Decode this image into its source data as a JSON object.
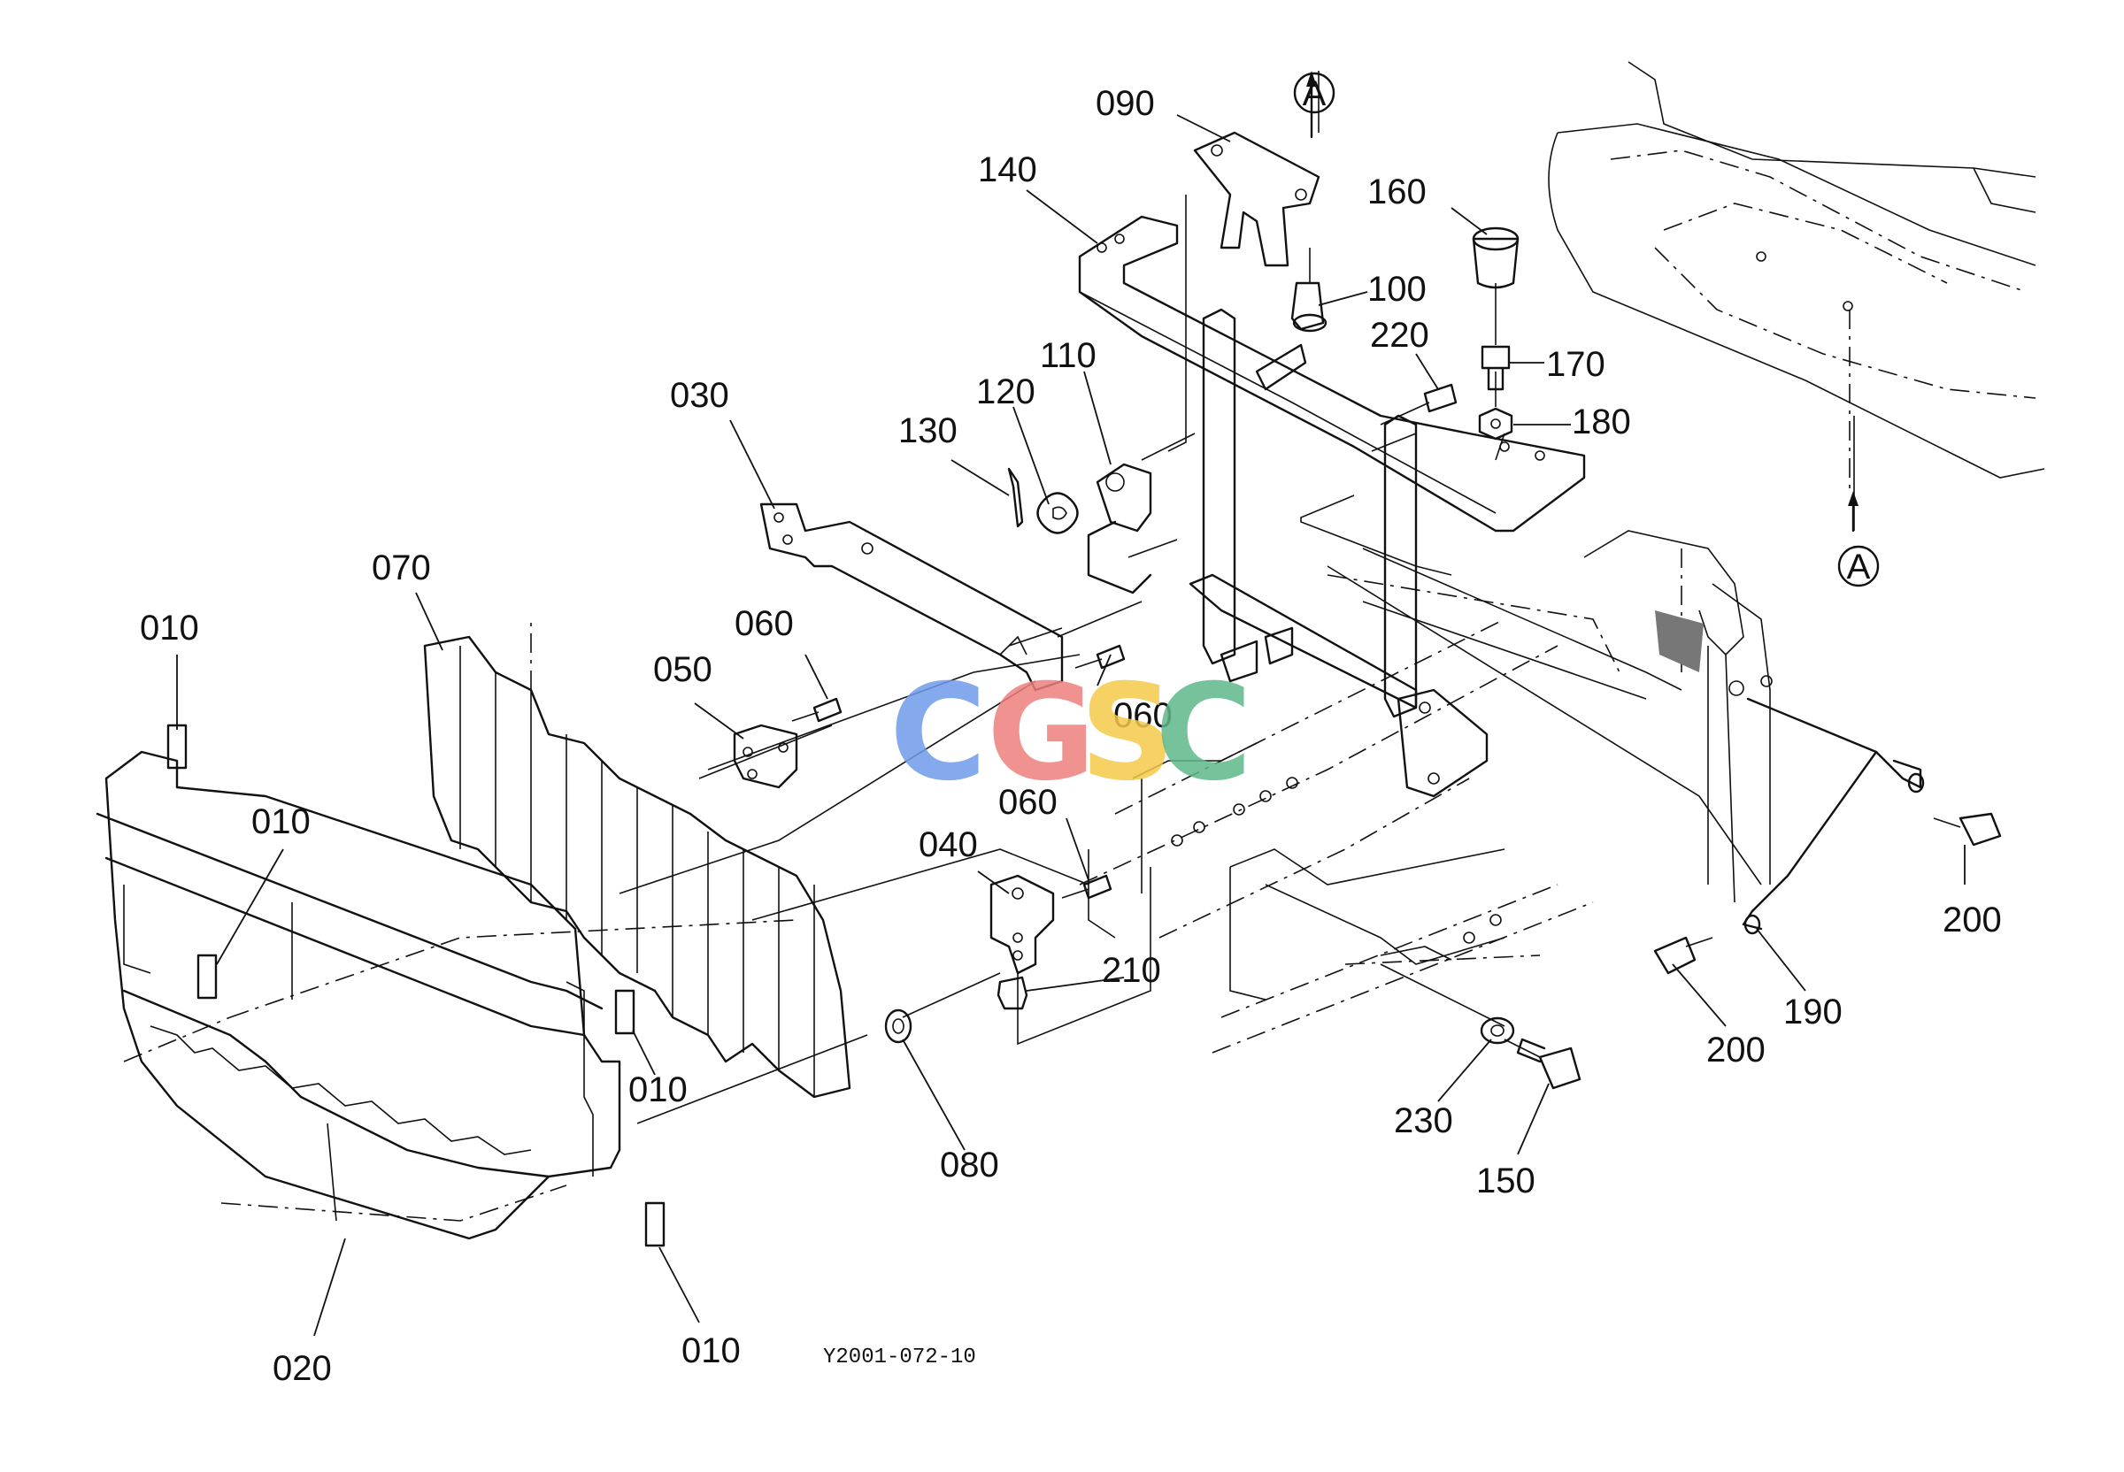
{
  "watermark": {
    "letters": [
      "C",
      "G",
      "S",
      "C"
    ],
    "colors": [
      "#6f9bea",
      "#ee7f7d",
      "#f5c94a",
      "#5fb98a"
    ]
  },
  "drawing_code": "Y2001-072-10",
  "reference_marks": [
    {
      "id": "ref-a-top",
      "text": "A"
    },
    {
      "id": "ref-a-right",
      "text": "A"
    }
  ],
  "part_labels": [
    {
      "id": "label-090",
      "text": "090"
    },
    {
      "id": "label-140",
      "text": "140"
    },
    {
      "id": "label-160",
      "text": "160"
    },
    {
      "id": "label-100",
      "text": "100"
    },
    {
      "id": "label-220",
      "text": "220"
    },
    {
      "id": "label-170",
      "text": "170"
    },
    {
      "id": "label-110",
      "text": "110"
    },
    {
      "id": "label-120",
      "text": "120"
    },
    {
      "id": "label-180",
      "text": "180"
    },
    {
      "id": "label-030",
      "text": "030"
    },
    {
      "id": "label-130",
      "text": "130"
    },
    {
      "id": "label-070",
      "text": "070"
    },
    {
      "id": "label-060-a",
      "text": "060"
    },
    {
      "id": "label-010-a",
      "text": "010"
    },
    {
      "id": "label-050",
      "text": "050"
    },
    {
      "id": "label-060-b",
      "text": "060"
    },
    {
      "id": "label-010-b",
      "text": "010"
    },
    {
      "id": "label-060-c",
      "text": "060"
    },
    {
      "id": "label-040",
      "text": "040"
    },
    {
      "id": "label-200-a",
      "text": "200"
    },
    {
      "id": "label-210",
      "text": "210"
    },
    {
      "id": "label-190",
      "text": "190"
    },
    {
      "id": "label-200-b",
      "text": "200"
    },
    {
      "id": "label-010-c",
      "text": "010"
    },
    {
      "id": "label-080",
      "text": "080"
    },
    {
      "id": "label-230",
      "text": "230"
    },
    {
      "id": "label-150",
      "text": "150"
    },
    {
      "id": "label-020",
      "text": "020"
    },
    {
      "id": "label-010-d",
      "text": "010"
    }
  ]
}
